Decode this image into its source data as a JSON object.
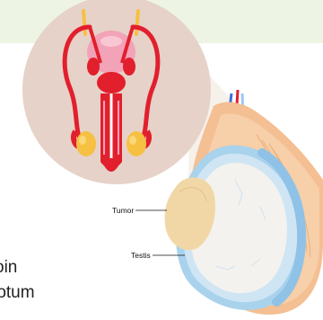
{
  "labels": {
    "tumor": "Tumor",
    "testis": "Testis"
  },
  "side_text": {
    "line1": "oin",
    "line2": "rotum"
  },
  "colors": {
    "background_band": "#eef4e4",
    "circle_bg": "#e6d2c8",
    "organ_red": "#e21f2d",
    "organ_pink": "#f2a3b8",
    "testis_yellow": "#f6c042",
    "tunica_blue": "#a9d2ec",
    "testis_white": "#f3f2ef",
    "tumor_beige": "#f2d7a6",
    "skin_orange": "#f4bf92"
  },
  "icons": [
    "male-reproductive-anatomy-icon",
    "testis-cross-section-illustration"
  ]
}
